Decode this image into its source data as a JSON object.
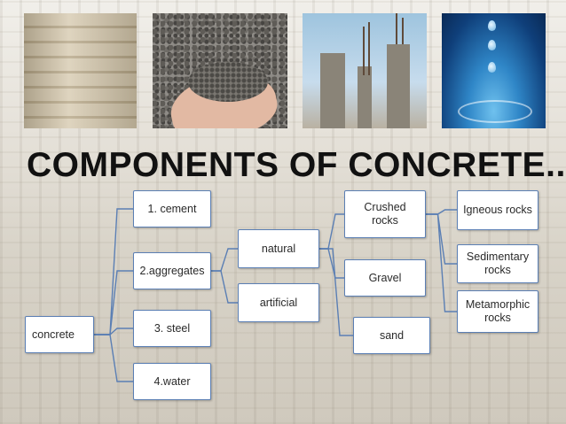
{
  "title": "COMPONENTS OF CONCRETE..",
  "photos": [
    {
      "name": "cement-bags-photo"
    },
    {
      "name": "gravel-in-hand-photo"
    },
    {
      "name": "steel-columns-photo"
    },
    {
      "name": "water-drop-photo"
    }
  ],
  "nodes": {
    "concrete": "concrete",
    "cement": "1. cement",
    "aggregates": "2.aggregates",
    "steel": "3. steel",
    "water": "4.water",
    "natural": "natural",
    "artificial": "artificial",
    "crushed_rocks": "Crushed\nrocks",
    "gravel": "Gravel",
    "sand": "sand",
    "igneous_rocks": "Igneous rocks",
    "sedimentary_rocks": "Sedimentary\nrocks",
    "metamorphic_rocks": "Metamorphic\nrocks"
  },
  "connector_color": "#5b7fb4"
}
